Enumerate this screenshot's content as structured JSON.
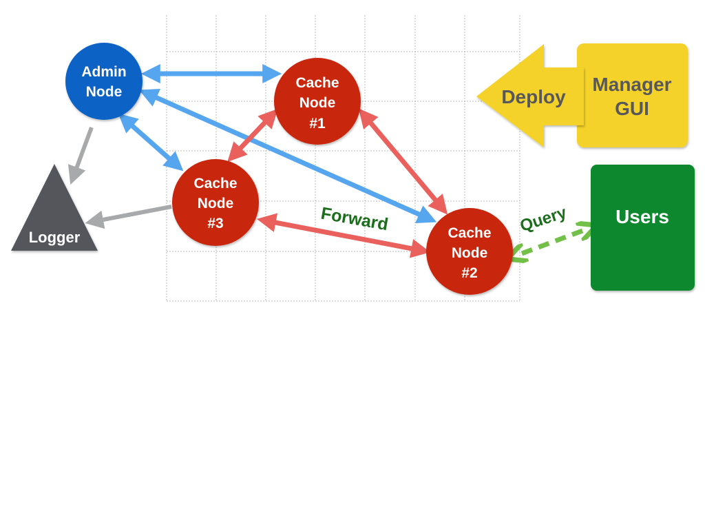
{
  "diagram": {
    "admin_node": {
      "line1": "Admin",
      "line2": "Node"
    },
    "cache_node_1": {
      "line1": "Cache",
      "line2": "Node",
      "line3": "#1"
    },
    "cache_node_2": {
      "line1": "Cache",
      "line2": "Node",
      "line3": "#2"
    },
    "cache_node_3": {
      "line1": "Cache",
      "line2": "Node",
      "line3": "#3"
    },
    "logger": {
      "label": "Logger"
    },
    "manager_gui": {
      "line1": "Manager",
      "line2": "GUI"
    },
    "deploy_arrow": {
      "label": "Deploy"
    },
    "users": {
      "label": "Users"
    },
    "forward_label": "Forward",
    "query_label": "Query"
  },
  "colors": {
    "admin_blue": "#0b63c5",
    "cache_red": "#c8250f",
    "logger_gray": "#54575c",
    "manager_yellow": "#f4d22a",
    "users_green": "#07882e",
    "link_blue": "#56a5ef",
    "link_red": "#e9605c",
    "link_gray": "#a8a9aa",
    "query_green": "#73c048",
    "label_green": "#1c6e1c",
    "deploy_text": "#58585a"
  }
}
